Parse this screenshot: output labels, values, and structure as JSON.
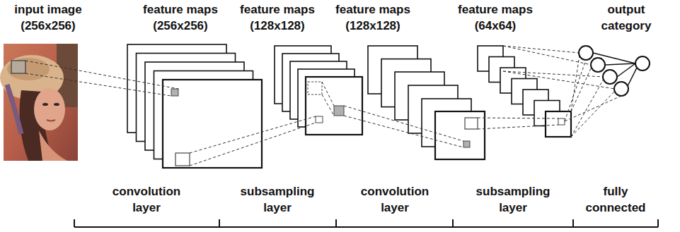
{
  "diagram": {
    "labels": [
      "input image (256x256)",
      "feature maps (256x256)",
      "feature maps (128x128)",
      "feature maps (128x128)",
      "feature maps (64x64)",
      "output category",
      "convolution layer",
      "subsampling layer",
      "convolution layer",
      "subsampling layer",
      "fully connected"
    ]
  }
}
